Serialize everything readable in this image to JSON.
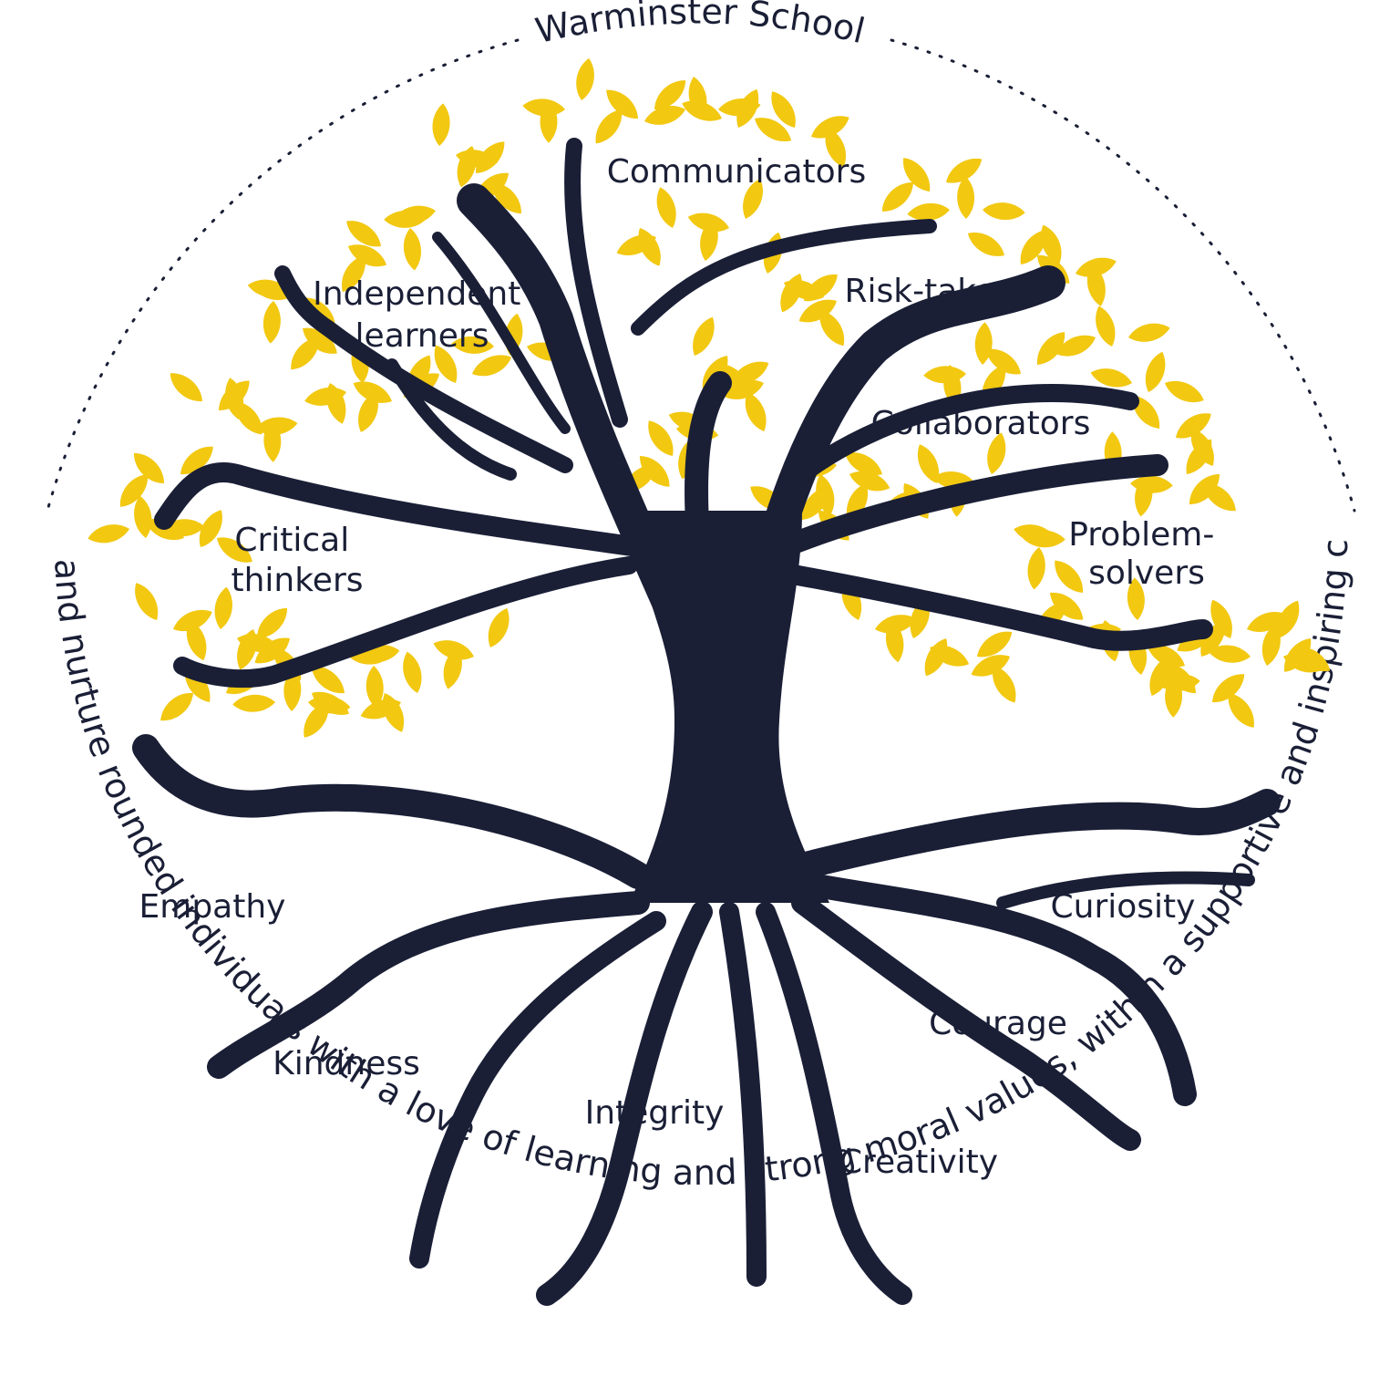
{
  "title": "Warminster School",
  "motto": "To develop and nurture rounded individuals with a love of learning and strong moral values, within a supportive and inspiring community",
  "branch_labels": [
    {
      "lines": [
        "Communicators"
      ]
    },
    {
      "lines": [
        "Independent",
        "learners"
      ]
    },
    {
      "lines": [
        "Risk-takers"
      ]
    },
    {
      "lines": [
        "Collaborators"
      ]
    },
    {
      "lines": [
        "Critical",
        "thinkers"
      ]
    },
    {
      "lines": [
        "Problem-",
        "solvers"
      ]
    }
  ],
  "root_labels": [
    {
      "text": "Empathy"
    },
    {
      "text": "Curiosity"
    },
    {
      "text": "Courage"
    },
    {
      "text": "Kindness"
    },
    {
      "text": "Integrity"
    },
    {
      "text": "Creativity"
    }
  ],
  "colors": {
    "tree": "#1a1f36",
    "leaf": "#f2c811",
    "text": "#1a1f36",
    "background": "#ffffff"
  },
  "icons": {
    "trunk": "tree-trunk-icon",
    "leaf": "leaf-icon"
  }
}
